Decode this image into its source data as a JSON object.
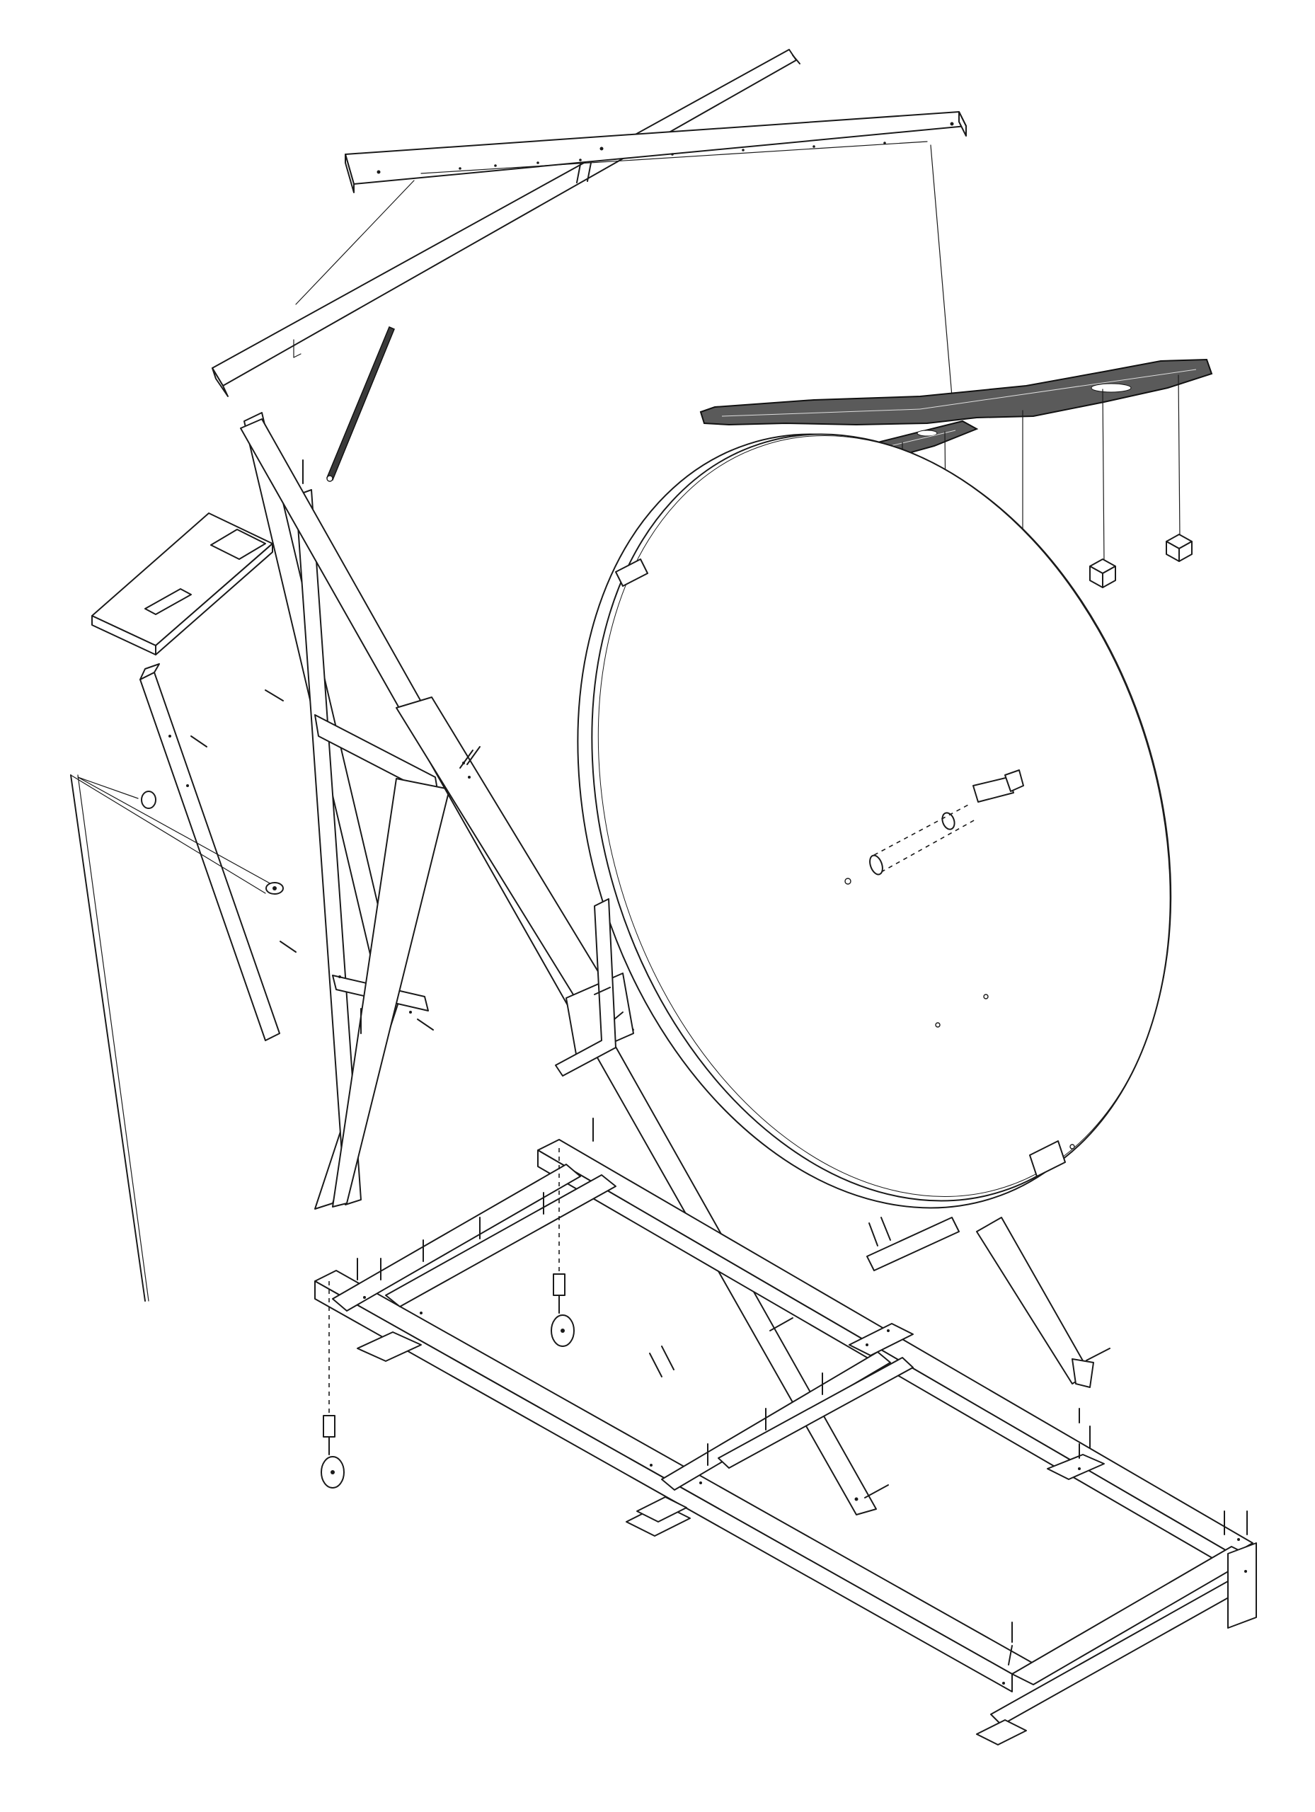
{
  "drawing": {
    "style": "exploded isometric line drawing",
    "line_color": "#1a1a1a",
    "background": "#ffffff",
    "parts": [
      "top-rail",
      "diagonal-brace",
      "threaded-rod",
      "branch-mobile",
      "hanging-cube",
      "round-disc",
      "axle-bolt",
      "rear-leg-frame",
      "front-leg",
      "side-leg",
      "wooden-block",
      "pull-cord",
      "base-frame",
      "caster-wheel",
      "screw"
    ]
  }
}
